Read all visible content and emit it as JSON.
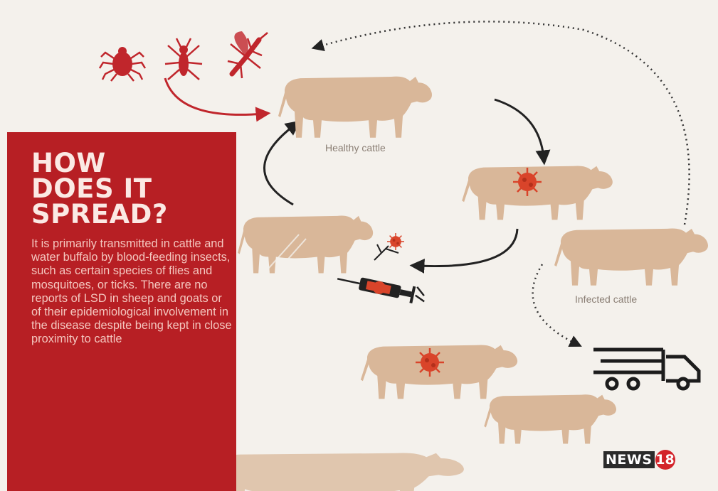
{
  "heading": {
    "line1": "HOW",
    "line2": "DOES IT",
    "line3": "SPREAD?"
  },
  "body_text": "It is primarily transmitted in cattle and water buffalo by blood-feeding insects, such as certain species of flies and mosquitoes, or ticks. There are no reports of LSD in sheep and goats or of their epidemiological involvement in the disease despite being kept in close proximity to cattle",
  "labels": {
    "healthy": "Healthy cattle",
    "infected": "Infected cattle"
  },
  "logo": {
    "news": "NEWS",
    "number": "18"
  },
  "icons": [
    "tick-icon",
    "fly-icon",
    "mosquito-icon",
    "syringe-icon",
    "truck-icon",
    "virus-icon"
  ],
  "colors": {
    "panel_red": "#b71f24",
    "cow_tan": "#d9b799",
    "virus_red": "#d9442a",
    "insect_red": "#c0262c",
    "background": "#f4f1ec"
  }
}
